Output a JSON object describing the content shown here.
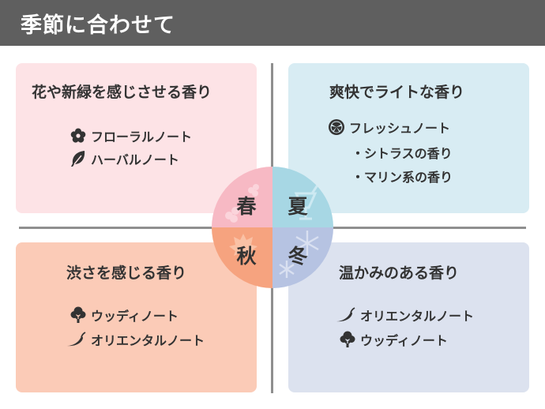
{
  "header": {
    "title": "季節に合わせて"
  },
  "colors": {
    "spring_bg": "#fde3e6",
    "summer_bg": "#d8ecf3",
    "autumn_bg": "#fbcbb7",
    "winter_bg": "#dce2ef",
    "spring_seg": "#f7b9c4",
    "summer_seg": "#a7d7e4",
    "autumn_seg": "#f6a37f",
    "winter_seg": "#b6c3e2",
    "header_bg": "#5f5f5f",
    "divider": "#8f8f8f"
  },
  "spring": {
    "title": "花や新緑を感じさせる香り",
    "notes": [
      {
        "icon": "flower-icon",
        "label": "フローラルノート"
      },
      {
        "icon": "leaf-icon",
        "label": "ハーバルノート"
      }
    ]
  },
  "summer": {
    "title": "爽快でライトな香り",
    "notes": [
      {
        "icon": "citrus-icon",
        "label": "フレッシュノート"
      }
    ],
    "subitems": [
      "・シトラスの香り",
      "・マリン系の香り"
    ]
  },
  "autumn": {
    "title": "渋さを感じる香り",
    "notes": [
      {
        "icon": "tree-icon",
        "label": "ウッディノート"
      },
      {
        "icon": "chili-pepper-icon",
        "label": "オリエンタルノート"
      }
    ]
  },
  "winter": {
    "title": "温かみのある香り",
    "notes": [
      {
        "icon": "chili-pepper-icon",
        "label": "オリエンタルノート"
      },
      {
        "icon": "tree-icon",
        "label": "ウッディノート"
      }
    ]
  },
  "seasons": {
    "spring": "春",
    "summer": "夏",
    "autumn": "秋",
    "winter": "冬"
  }
}
